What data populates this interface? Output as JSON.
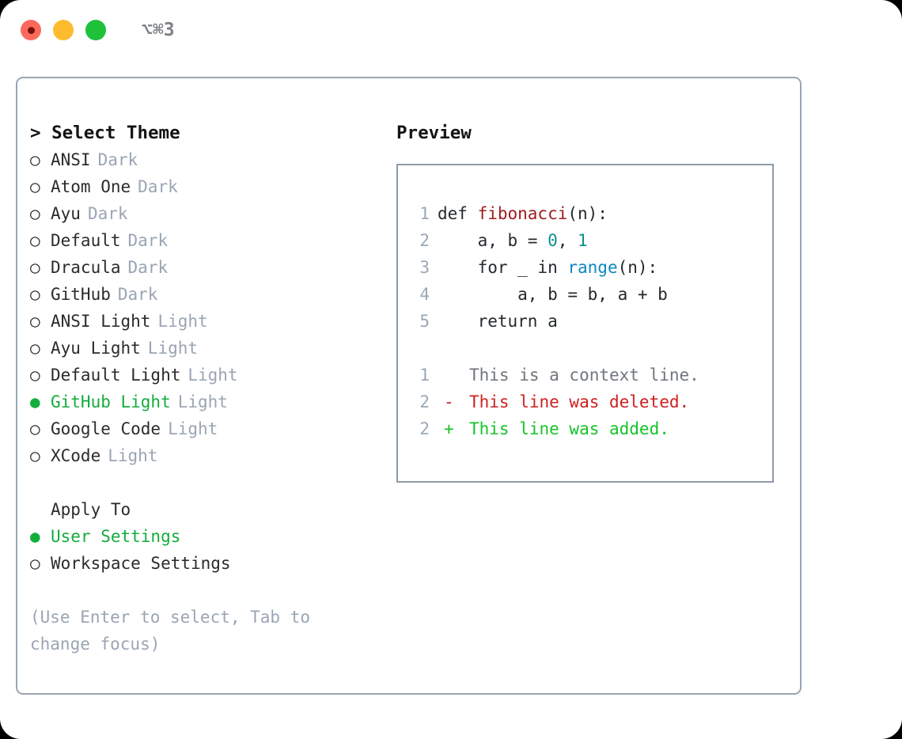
{
  "titlebar": {
    "traffic_lights": [
      {
        "name": "close",
        "color": "#fc6a5d"
      },
      {
        "name": "minimize",
        "color": "#fdbc2f"
      },
      {
        "name": "maximize",
        "color": "#1fc03a"
      }
    ],
    "shortcut": "⌥⌘3"
  },
  "theme_selector": {
    "title": "> Select Theme",
    "bullet_unselected": "○",
    "bullet_selected": "●",
    "items": [
      {
        "name": "ANSI",
        "category": "Dark",
        "selected": false
      },
      {
        "name": "Atom One",
        "category": "Dark",
        "selected": false
      },
      {
        "name": "Ayu",
        "category": "Dark",
        "selected": false
      },
      {
        "name": "Default",
        "category": "Dark",
        "selected": false
      },
      {
        "name": "Dracula",
        "category": "Dark",
        "selected": false
      },
      {
        "name": "GitHub",
        "category": "Dark",
        "selected": false
      },
      {
        "name": "ANSI Light",
        "category": "Light",
        "selected": false
      },
      {
        "name": "Ayu Light",
        "category": "Light",
        "selected": false
      },
      {
        "name": "Default Light",
        "category": "Light",
        "selected": false
      },
      {
        "name": "GitHub Light",
        "category": "Light",
        "selected": true
      },
      {
        "name": "Google Code",
        "category": "Light",
        "selected": false
      },
      {
        "name": "XCode",
        "category": "Light",
        "selected": false
      }
    ]
  },
  "apply_to": {
    "title": "Apply To",
    "options": [
      {
        "label": "User Settings",
        "selected": true
      },
      {
        "label": "Workspace Settings",
        "selected": false
      }
    ]
  },
  "hint": "(Use Enter to select, Tab to change focus)",
  "preview": {
    "title": "Preview",
    "code_lines": [
      {
        "lineno": "1",
        "tokens": [
          {
            "text": "def ",
            "type": "plain"
          },
          {
            "text": "fibonacci",
            "type": "fn"
          },
          {
            "text": "(n):",
            "type": "plain"
          }
        ]
      },
      {
        "lineno": "2",
        "tokens": [
          {
            "text": "    a, b = ",
            "type": "plain"
          },
          {
            "text": "0",
            "type": "num"
          },
          {
            "text": ", ",
            "type": "plain"
          },
          {
            "text": "1",
            "type": "num"
          }
        ]
      },
      {
        "lineno": "3",
        "tokens": [
          {
            "text": "    for _ in ",
            "type": "plain"
          },
          {
            "text": "range",
            "type": "call"
          },
          {
            "text": "(n):",
            "type": "plain"
          }
        ]
      },
      {
        "lineno": "4",
        "tokens": [
          {
            "text": "        a, b = b, a + b",
            "type": "plain"
          }
        ]
      },
      {
        "lineno": "5",
        "tokens": [
          {
            "text": "    return a",
            "type": "plain"
          }
        ]
      }
    ],
    "diff_lines": [
      {
        "lineno": "1",
        "sign": "",
        "text": "This is a context line.",
        "kind": "context"
      },
      {
        "lineno": "2",
        "sign": "-",
        "text": "This line was deleted.",
        "kind": "deleted"
      },
      {
        "lineno": "2",
        "sign": "+",
        "text": "This line was added.",
        "kind": "added"
      }
    ]
  }
}
